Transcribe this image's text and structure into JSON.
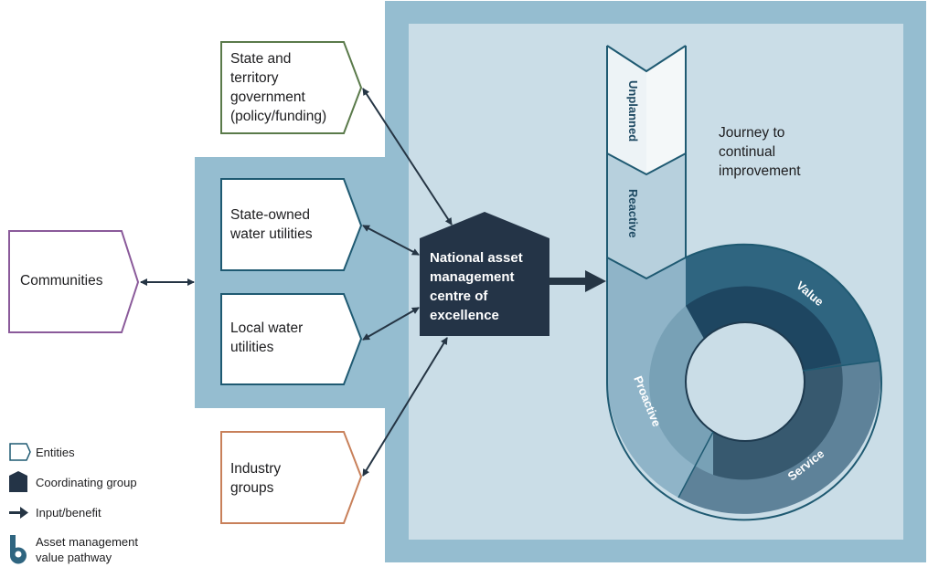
{
  "colors": {
    "frame_outer": "#95bdd0",
    "frame_inner": "#cadde7",
    "dark_navy": "#243447",
    "arrow": "#253544",
    "teal_stroke": "#1f5a72",
    "state_gov_border": "#5a7a4a",
    "communities_border": "#8a5a9a",
    "industry_border": "#c8805a",
    "utilities_border": "#1f5a72",
    "value_outer": "#2f6580",
    "value_inner": "#1e4661",
    "service_outer": "#5e8299",
    "service_inner": "#37596f",
    "proactive_outer": "#8fb4c8",
    "proactive_inner": "#78a1b6",
    "reactive": "#b7d0dd",
    "unplanned": "#edf3f6"
  },
  "entities": {
    "state_gov": [
      "State and",
      "territory",
      "government",
      "(policy/funding)"
    ],
    "state_owned": [
      "State-owned",
      "water utilities"
    ],
    "local": [
      "Local water",
      "utilities"
    ],
    "communities": [
      "Communities"
    ],
    "industry": [
      "Industry",
      "groups"
    ]
  },
  "coordinating_group": [
    "National asset",
    "management",
    "centre of",
    "excellence"
  ],
  "pathway": {
    "stages": [
      "Unplanned",
      "Reactive",
      "Proactive"
    ],
    "cycle": [
      "Value",
      "Service"
    ],
    "journey_label": [
      "Journey to",
      "continual",
      "improvement"
    ]
  },
  "legend": {
    "entities": "Entities",
    "coordinating_group": "Coordinating group",
    "input_benefit": "Input/benefit",
    "pathway": [
      "Asset management",
      "value pathway"
    ]
  }
}
